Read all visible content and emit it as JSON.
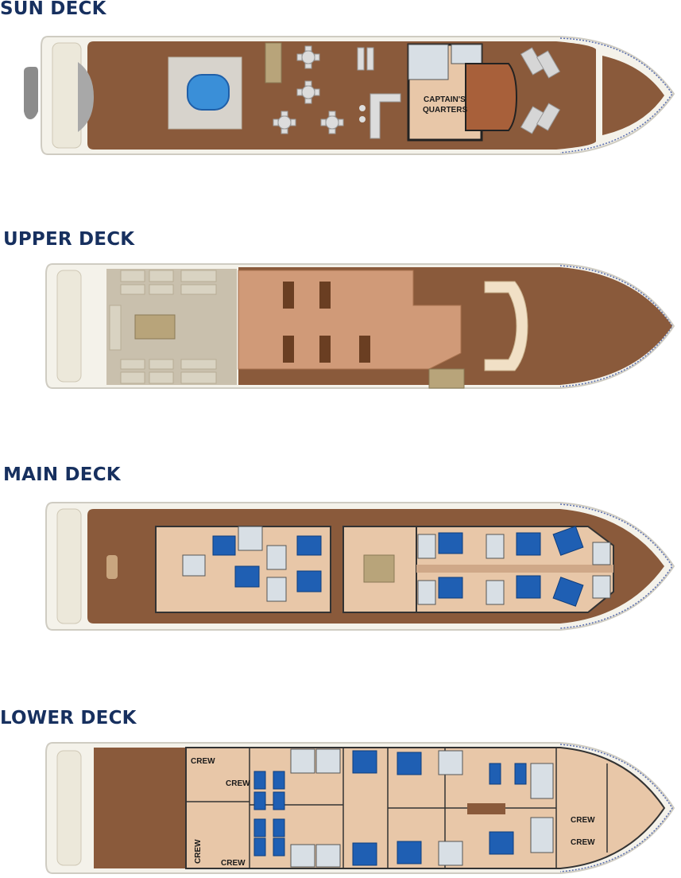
{
  "decks": {
    "sun": {
      "title": "SUN DECK",
      "room_label_1": "CAPTAIN'S",
      "room_label_2": "QUARTERS"
    },
    "upper": {
      "title": "UPPER DECK"
    },
    "main": {
      "title": "MAIN DECK"
    },
    "lower": {
      "title": "LOWER DECK",
      "crew_labels": [
        "CREW",
        "CREW",
        "CREW",
        "CREW",
        "CREW",
        "CREW"
      ]
    }
  },
  "colors": {
    "title": "#17305f",
    "wood_deck": "#8a5a3b",
    "hull": "#f4f2ea",
    "cabin_floor": "#e8c7a8",
    "bed_blue": "#1f5fb3",
    "pool_water": "#3a8fd8"
  }
}
